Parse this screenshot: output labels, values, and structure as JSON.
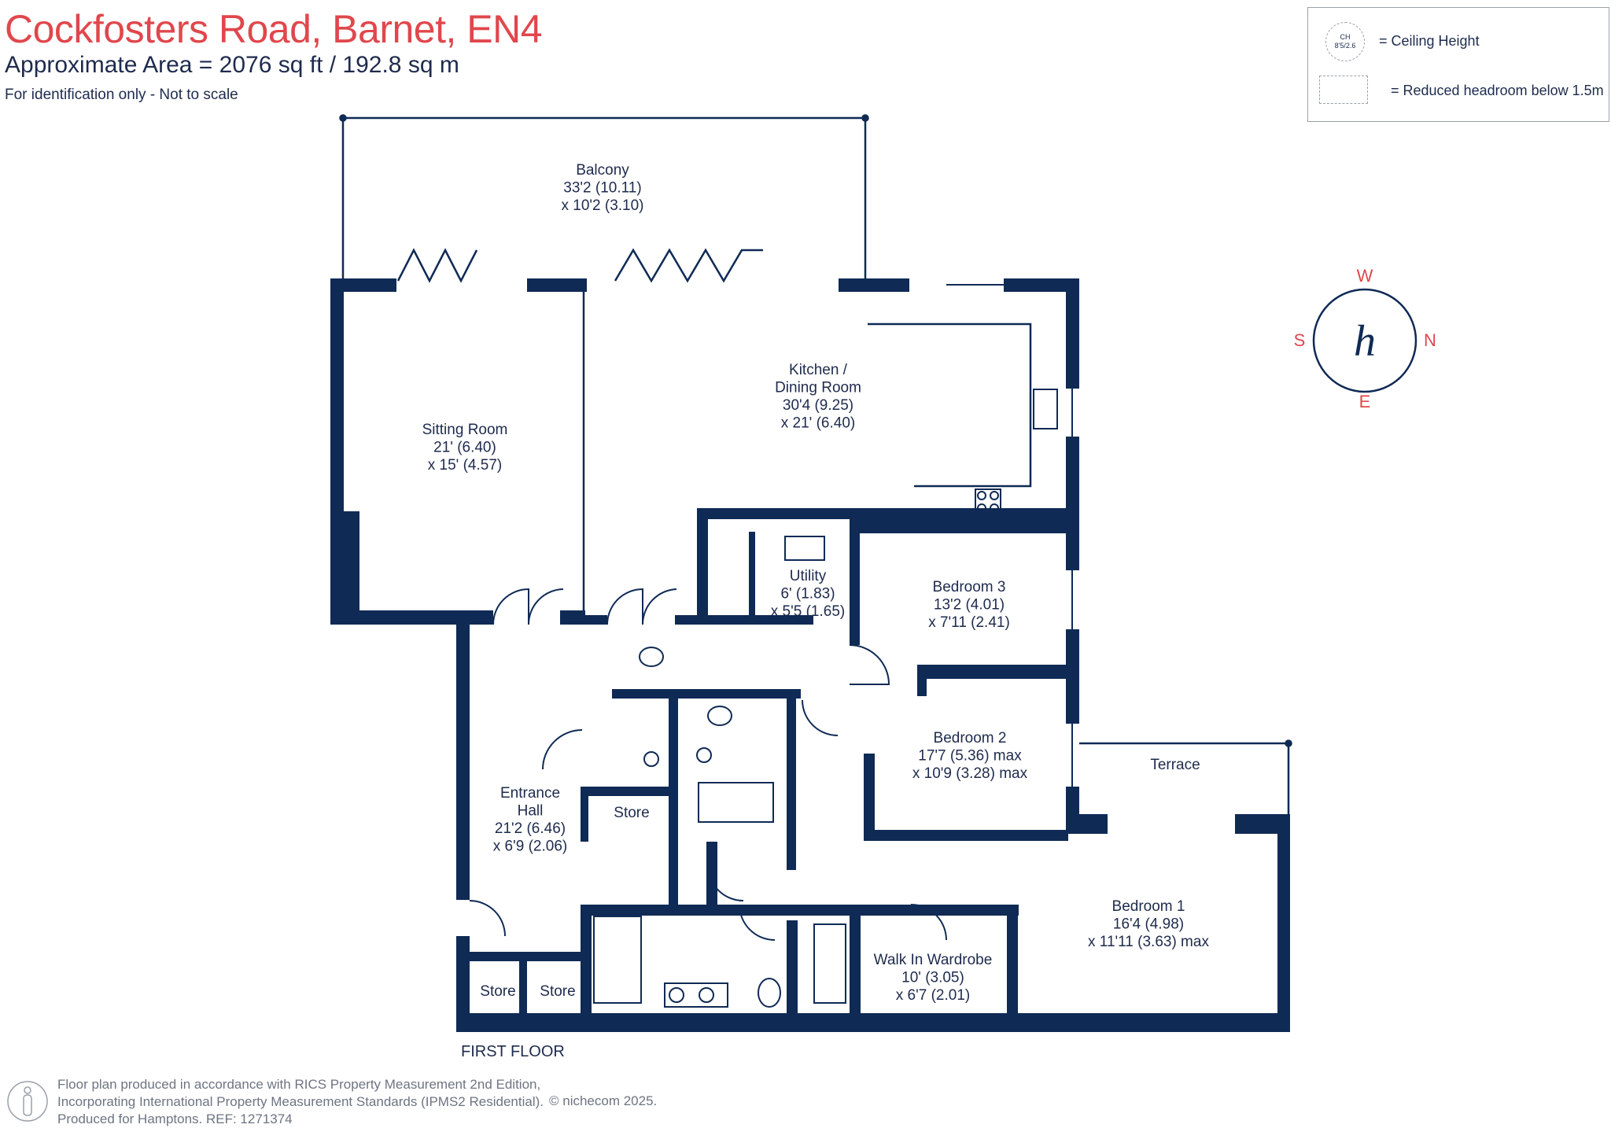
{
  "header": {
    "title": "Cockfosters Road, Barnet, EN4",
    "area": "Approximate Area = 2076  sq ft / 192.8  sq m",
    "note": "For identification only - Not to scale"
  },
  "legend": {
    "ch_top": "CH",
    "ch_bottom": "8'5/2.6",
    "ceiling_label": "= Ceiling Height",
    "headroom_label": "= Reduced headroom below 1.5m"
  },
  "compass": {
    "north": "N",
    "south": "S",
    "east": "E",
    "west": "W",
    "logo": "h"
  },
  "rooms": {
    "balcony": [
      "Balcony",
      "33'2 (10.11)",
      "x 10'2 (3.10)"
    ],
    "sitting": [
      "Sitting Room",
      "21' (6.40)",
      "x 15' (4.57)"
    ],
    "kitchen": [
      "Kitchen /",
      "Dining Room",
      "30'4 (9.25)",
      "x 21' (6.40)"
    ],
    "utility": [
      "Utility",
      "6' (1.83)",
      "x 5'5 (1.65)"
    ],
    "bedroom3": [
      "Bedroom 3",
      "13'2 (4.01)",
      "x 7'11 (2.41)"
    ],
    "bedroom2": [
      "Bedroom 2",
      "17'7 (5.36) max",
      "x 10'9 (3.28) max"
    ],
    "terrace": [
      "Terrace"
    ],
    "entrance": [
      "Entrance",
      "Hall",
      "21'2 (6.46)",
      "x 6'9 (2.06)"
    ],
    "store_mid": [
      "Store"
    ],
    "bedroom1": [
      "Bedroom 1",
      "16'4 (4.98)",
      "x 11'11 (3.63) max"
    ],
    "wardrobe": [
      "Walk In Wardrobe",
      "10' (3.05)",
      "x 6'7 (2.01)"
    ],
    "store_left": [
      "Store"
    ],
    "store_right": [
      "Store"
    ]
  },
  "floor_label": "FIRST FLOOR",
  "footer": {
    "line1": "Floor plan produced in accordance with RICS Property Measurement 2nd Edition,",
    "line2": "Incorporating International Property Measurement Standards (IPMS2 Residential).",
    "line3": "Produced for Hamptons.  REF:  1271374",
    "copyright": "© nichecom 2025."
  },
  "colors": {
    "wall": "#0f2a55",
    "accent": "#e0474c",
    "text": "#1e2b4d",
    "muted": "#6d7482"
  }
}
